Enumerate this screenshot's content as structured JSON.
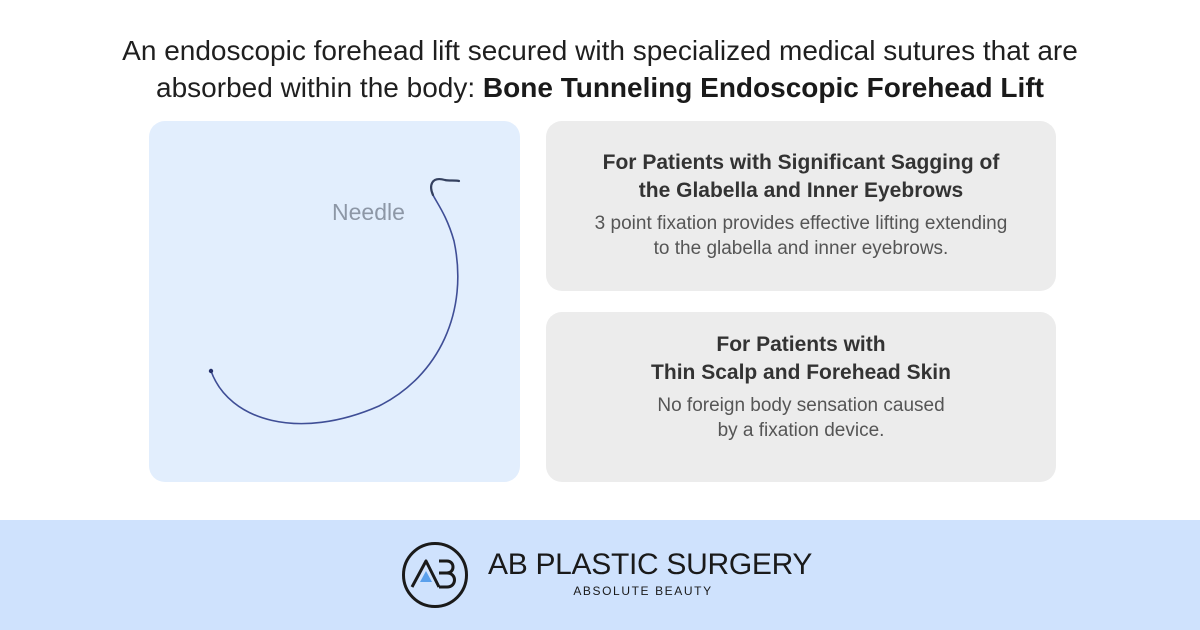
{
  "headline": {
    "line1": "An endoscopic forehead lift secured with specialized medical sutures that are",
    "line2_prefix": "absorbed within the body: ",
    "line2_bold": "Bone Tunneling Endoscopic Forehead Lift"
  },
  "image_panel": {
    "needle_label": "Needle",
    "background_color": "#e2eefd",
    "suture_color": "#3f4e96"
  },
  "cards": [
    {
      "title_line1": "For Patients with Significant Sagging of",
      "title_line2": "the Glabella and Inner Eyebrows",
      "desc_line1": "3 point fixation provides effective lifting extending",
      "desc_line2": "to the glabella and inner eyebrows."
    },
    {
      "title_line1": "For Patients with",
      "title_line2": "Thin Scalp and Forehead Skin",
      "desc_line1": "No foreign body sensation caused",
      "desc_line2": "by a fixation device."
    }
  ],
  "footer": {
    "brand_name": "AB PLASTIC SURGERY",
    "tagline": "ABSOLUTE BEAUTY",
    "logo_letters": "AB",
    "background_color": "#cfe2fd"
  }
}
